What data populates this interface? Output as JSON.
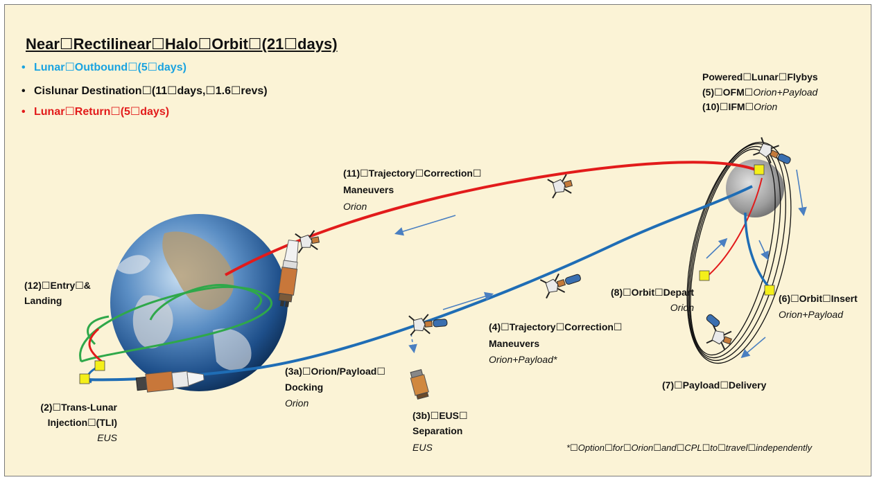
{
  "title": "Near☐Rectilinear☐Halo☐Orbit☐(21☐days)",
  "legend": [
    {
      "text": "Lunar☐Outbound☐(5☐days)",
      "color": "#1aa3e0"
    },
    {
      "text": "Cislunar Destination☐(11☐days,☐1.6☐revs)",
      "color": "#111111"
    },
    {
      "text": "Lunar☐Return☐(5☐days)",
      "color": "#e21b1b"
    }
  ],
  "colors": {
    "outbound": "#1f6db5",
    "return": "#e21b1b",
    "earth_loop": "#2fa84a",
    "checkpoint": "#f4ef1a",
    "background": "#fbf3d6"
  },
  "labels": {
    "powered_flyby": {
      "title": "Powered☐Lunar☐Flybys",
      "l1_bold": "(5)☐OFM☐",
      "l1_it": "Orion+Payload",
      "l2_bold": "(10)☐IFM☐",
      "l2_it": "Orion"
    },
    "tcm_return": {
      "line1": "(11)☐Trajectory☐Correction☐",
      "line2": "Maneuvers",
      "sub": "Orion"
    },
    "entry": {
      "line1": "(12)☐Entry☐&",
      "line2": "Landing"
    },
    "tli": {
      "line1": "(2)☐Trans-Lunar",
      "line2": "Injection☐(TLI)",
      "sub": "EUS"
    },
    "docking": {
      "line1": "(3a)☐Orion/Payload☐",
      "line2": "Docking",
      "sub": "Orion"
    },
    "separation": {
      "line1": "(3b)☐EUS☐",
      "line2": "Separation",
      "sub": "EUS"
    },
    "tcm_outbound": {
      "line1": "(4)☐Trajectory☐Correction☐",
      "line2": "Maneuvers",
      "sub": "Orion+Payload*"
    },
    "orbit_depart": {
      "line1": "(8)☐Orbit☐Depart",
      "sub": "Orion"
    },
    "orbit_insert": {
      "line1": "(6)☐Orbit☐Insert",
      "sub": "Orion+Payload"
    },
    "payload_delivery": {
      "line1": "(7)☐Payload☐Delivery"
    },
    "footnote": "*☐Option☐for☐Orion☐and☐CPL☐to☐travel☐independently"
  }
}
